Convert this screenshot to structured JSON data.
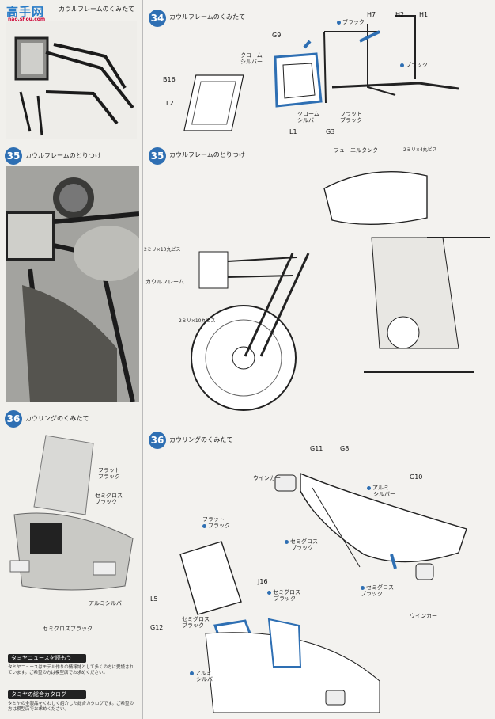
{
  "watermark": {
    "title": "高手网",
    "url": "nao.shou.com"
  },
  "left": {
    "step34_title": "カウルフレームのくみたて",
    "step35": {
      "num": "35",
      "title": "カウルフレームのとりつけ"
    },
    "step36": {
      "num": "36",
      "title": "カウリングのくみたて",
      "labels": [
        "フラット",
        "ブラック",
        "セミグロス",
        "ブラック",
        "アルミシルバー",
        "セミグロスブラック"
      ]
    },
    "news_title": "タミヤニュースを読もう",
    "news_text": "タミヤニュースはモデル作りの情報誌として多くの方に愛読されています。ご希望の方は模型店でお求めください。",
    "catalog_title": "タミヤの総合カタログ",
    "catalog_text": "タミヤの全製品をくわしく紹介した総合カタログです。ご希望の方は模型店でお求めください。"
  },
  "step34": {
    "num": "34",
    "title": "カウルフレームのくみたて",
    "parts": [
      "H7",
      "H2",
      "H1",
      "G9",
      "B16",
      "L2",
      "L1",
      "G3"
    ],
    "labels": {
      "black_top": "ブラック",
      "chrome1": "クローム",
      "silver1": "シルバー",
      "black_right": "ブラック",
      "chrome2": "クローム",
      "silver2": "シルバー",
      "flat": "フラット",
      "black2": "ブラック"
    }
  },
  "step35": {
    "num": "35",
    "title": "カウルフレームのとりつけ",
    "labels": {
      "fuel_tank": "フューエルタンク",
      "screw_top": "2ミリ×4丸ビス",
      "screw_left": "2ミリ×10丸ビス",
      "cowl_frame": "カウルフレーム",
      "screw_bottom": "2ミリ×10丸ビス"
    }
  },
  "step36": {
    "num": "36",
    "title": "カウリングのくみたて",
    "parts": [
      "G11",
      "G8",
      "G10",
      "J16",
      "L5",
      "G12"
    ],
    "labels": {
      "winker1": "ウインカー",
      "alu": "アルミ",
      "silver": "シルバー",
      "semi1": "セミグロス",
      "black1": "ブラック",
      "flat": "フラット",
      "black_flat": "ブラック",
      "semi2": "セミグロス",
      "black2": "ブラック",
      "semi3": "セミグロス",
      "black3": "ブラック",
      "semi4": "セミグロス",
      "black4": "ブラック",
      "winker2": "ウインカー",
      "alu2": "アルミ",
      "silver2": "シルバー"
    }
  }
}
